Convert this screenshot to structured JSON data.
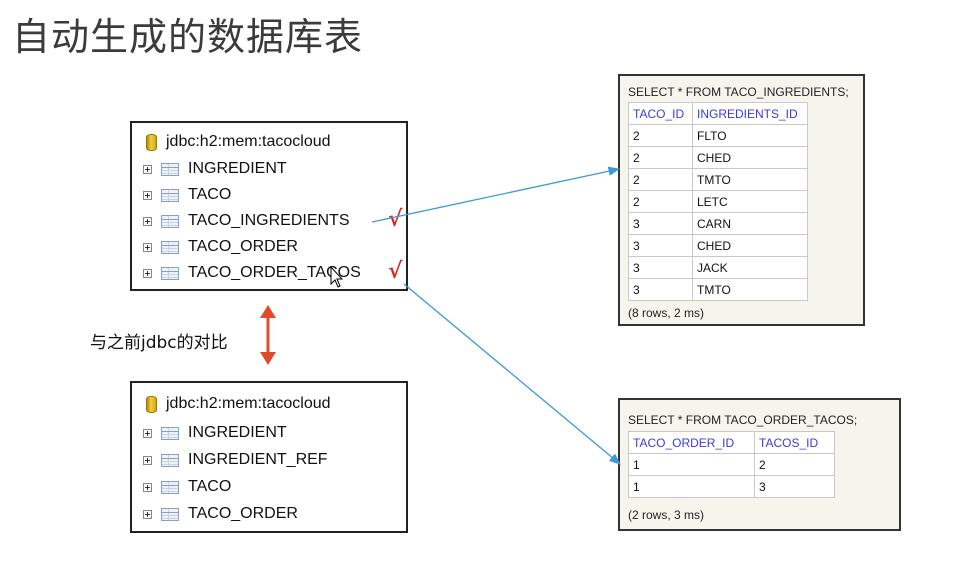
{
  "title": "自动生成的数据库表",
  "compare_label": "与之前jdbc的对比",
  "tree_new": {
    "db_name": "jdbc:h2:mem:tacocloud",
    "tables": [
      "INGREDIENT",
      "TACO",
      "TACO_INGREDIENTS",
      "TACO_ORDER",
      "TACO_ORDER_TACOS"
    ],
    "checked": [
      "TACO_INGREDIENTS",
      "TACO_ORDER_TACOS"
    ]
  },
  "tree_old": {
    "db_name": "jdbc:h2:mem:tacocloud",
    "tables": [
      "INGREDIENT",
      "INGREDIENT_REF",
      "TACO",
      "TACO_ORDER"
    ]
  },
  "result_ingredients": {
    "sql": "SELECT * FROM TACO_INGREDIENTS;",
    "columns": [
      "TACO_ID",
      "INGREDIENTS_ID"
    ],
    "rows": [
      [
        "2",
        "FLTO"
      ],
      [
        "2",
        "CHED"
      ],
      [
        "2",
        "TMTO"
      ],
      [
        "2",
        "LETC"
      ],
      [
        "3",
        "CARN"
      ],
      [
        "3",
        "CHED"
      ],
      [
        "3",
        "JACK"
      ],
      [
        "3",
        "TMTO"
      ]
    ],
    "footer": "(8 rows, 2 ms)"
  },
  "result_order_tacos": {
    "sql": "SELECT * FROM TACO_ORDER_TACOS;",
    "columns": [
      "TACO_ORDER_ID",
      "TACOS_ID"
    ],
    "rows": [
      [
        "1",
        "2"
      ],
      [
        "1",
        "3"
      ]
    ],
    "footer": "(2 rows, 3 ms)"
  },
  "check_mark": "√",
  "colors": {
    "arrow_blue": "#3a9ad9",
    "arrow_red": "#e04a2a",
    "check_red": "#d6281e",
    "header_blue": "#3b3bd6"
  }
}
